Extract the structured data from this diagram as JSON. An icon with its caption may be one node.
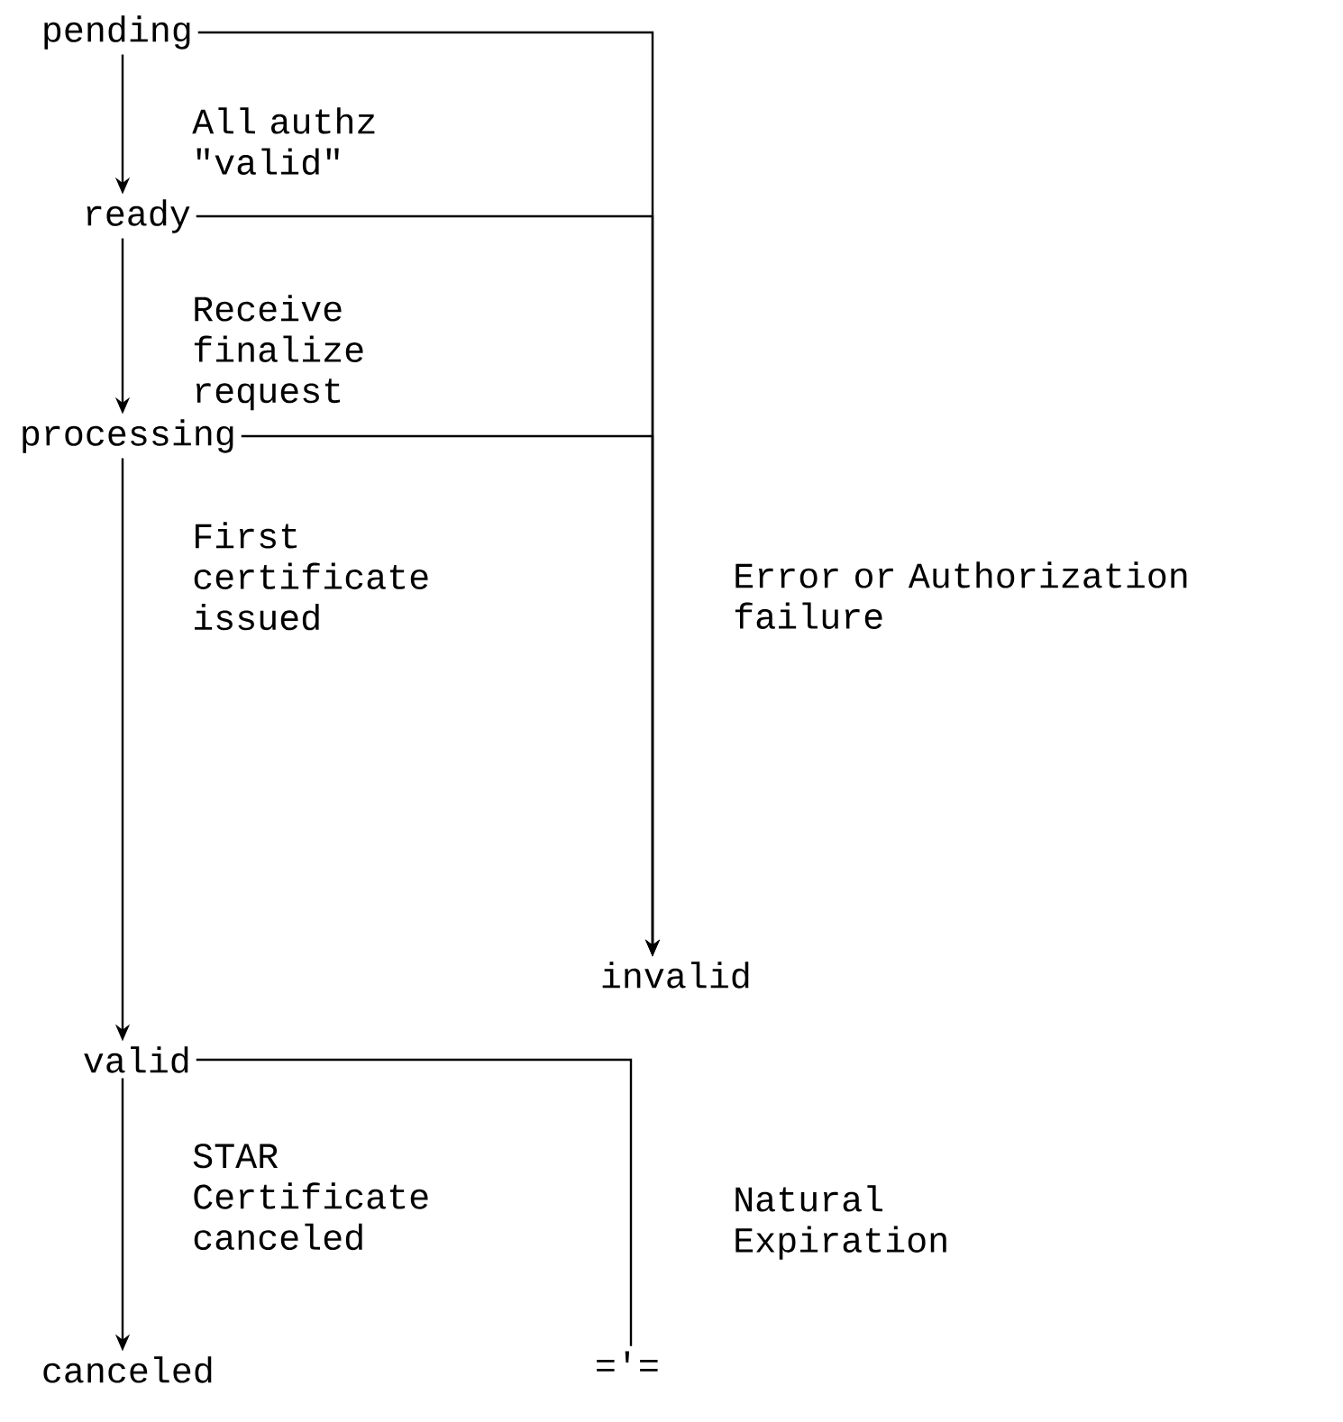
{
  "diagram": {
    "nodes": [
      {
        "text": [
          "pending"
        ]
      },
      {
        "text": [
          "ready"
        ]
      },
      {
        "text": [
          "processing"
        ]
      },
      {
        "text": [
          "invalid"
        ]
      },
      {
        "text": [
          "valid"
        ]
      },
      {
        "text": [
          "canceled"
        ]
      },
      {
        "text": [
          "='="
        ]
      }
    ],
    "edges": [
      {
        "from": 0,
        "to": 1,
        "arrow": "to",
        "label": "All authz \"valid\""
      },
      {
        "from": 1,
        "to": 2,
        "arrow": "to",
        "label": "Receive finalize request"
      },
      {
        "from": 2,
        "to": 4,
        "arrow": "to",
        "label": "First certificate issued"
      },
      {
        "from": 0,
        "to": 3,
        "arrow": "to"
      },
      {
        "from": 1,
        "to": 3,
        "arrow": "to"
      },
      {
        "from": 2,
        "to": 3,
        "arrow": "to",
        "label": "Error or Authorization failure"
      },
      {
        "from": 4,
        "to": 5,
        "arrow": "to",
        "label": "STAR Certificate canceled"
      },
      {
        "from": 4,
        "to": 6,
        "arrow": "none",
        "label": "Natural Expiration"
      }
    ]
  }
}
